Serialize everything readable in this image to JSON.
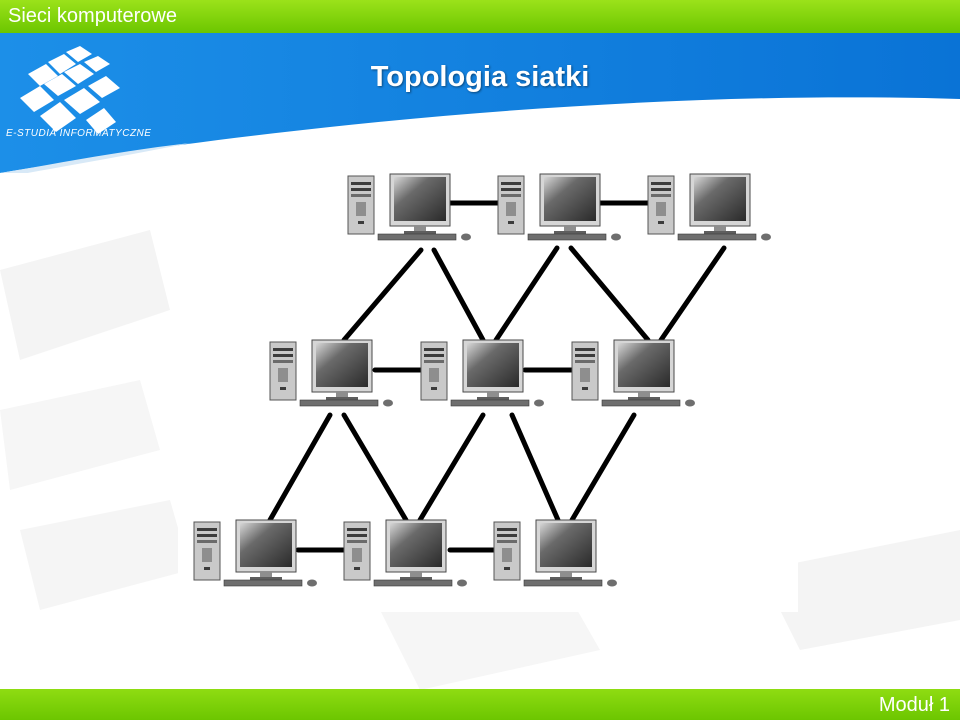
{
  "header": {
    "course_title": "Sieci komputerowe",
    "slide_title": "Topologia siatki",
    "logo_text": "E-STUDIA INFORMATYCZNE"
  },
  "footer": {
    "module_label": "Moduł 1"
  },
  "diagram": {
    "icon": "computer-icon",
    "rows": 3,
    "computers_per_row": 3,
    "link_color": "#000000"
  },
  "colors": {
    "green_bar": "#77cc00",
    "blue_header": "#1a8ee6"
  }
}
